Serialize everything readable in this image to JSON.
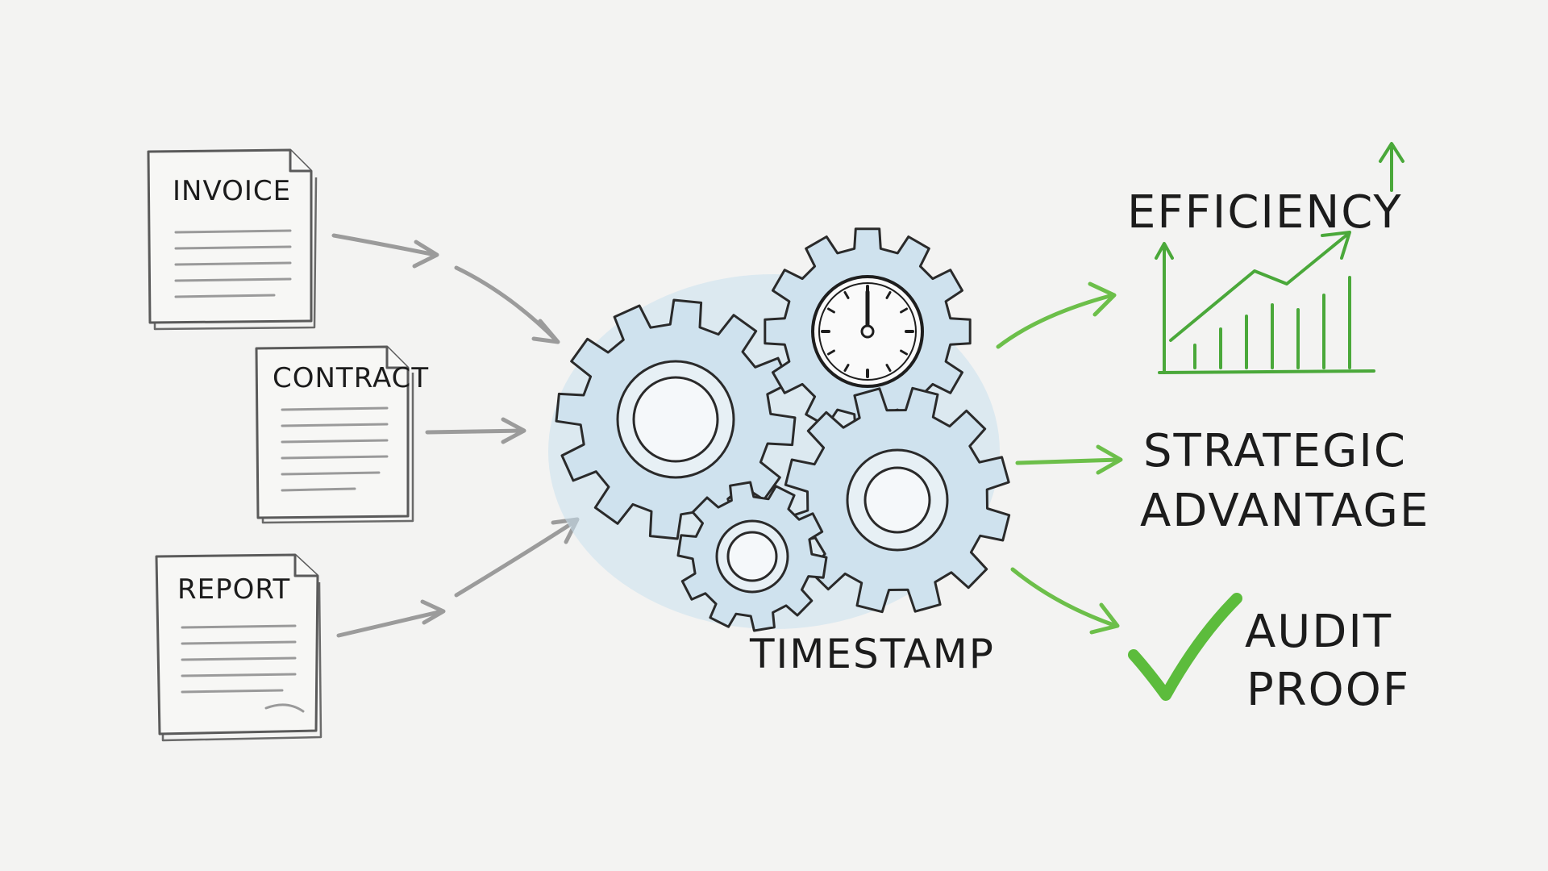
{
  "inputs": [
    {
      "label": "INVOICE"
    },
    {
      "label": "CONTRACT"
    },
    {
      "label": "REPORT"
    }
  ],
  "process": {
    "label": "TIMESTAMP"
  },
  "outputs": {
    "efficiency": {
      "label": "EFFICIENCY"
    },
    "strategic": {
      "line1": "STRATEGIC",
      "line2": "ADVANTAGE"
    },
    "audit": {
      "line1": "AUDIT",
      "line2": "PROOF"
    }
  },
  "icons": {
    "documents": "document-icon",
    "gears": "gear-icon",
    "clock": "clock-icon",
    "chart": "growth-chart-icon",
    "check": "checkmark-icon",
    "up_arrow": "up-arrow-icon"
  },
  "colors": {
    "background": "#f3f3f2",
    "gear_fill": "#cfe2ee",
    "input_arrows": "#9b9b9b",
    "output_arrows": "#6cbf4a",
    "chart_green": "#4aa83a",
    "ink": "#1c1c1c"
  }
}
